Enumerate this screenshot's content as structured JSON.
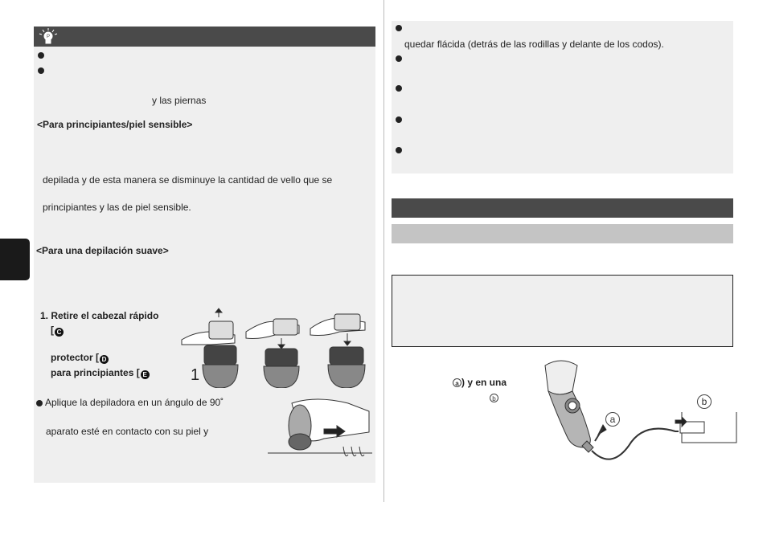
{
  "left": {
    "tips_icon": "lightbulb-icon",
    "bullet_icon": "bullet-dot-icon",
    "line_piernas": "y las piernas",
    "section_principiantes": "<Para principiantes/piel sensible>",
    "line_depilada": "depilada y de esta manera se disminuye la cantidad de vello que se",
    "line_principiantes": "principiantes y las de piel sensible.",
    "section_suave": "<Para una depilación suave>",
    "step1": {
      "line1": "1. Retire el cabezal rápido",
      "line2_prefix": "[",
      "badge_c": "C",
      "line3": "protector [",
      "badge_d": "D",
      "line4": "para principiantes [",
      "badge_e": "E"
    },
    "figure_number": "1",
    "bullet_aplique": "Aplique la depiladora en un ángulo de 90˚",
    "line_aparato": "aparato esté en contacto con su piel y"
  },
  "right": {
    "line_flacida": "quedar flácida (detrás de las rodillas y delante de los codos).",
    "charge_text": ") y en una",
    "label_a": "a",
    "label_b": "b"
  },
  "colors": {
    "panel": "#efefef",
    "header_dark": "#4a4a4a",
    "header_light": "#c4c4c4",
    "side_tab": "#1a1a1a"
  }
}
